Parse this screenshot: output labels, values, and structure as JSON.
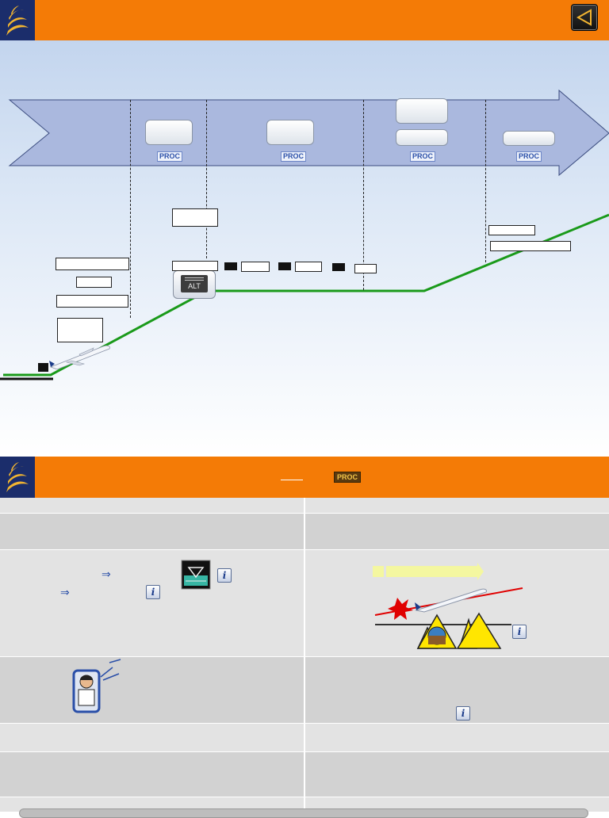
{
  "header": {
    "logo_icon": "singapore-airlines-bird-logo",
    "back_icon": "triangle-left-icon"
  },
  "phase_arrow": {
    "proc_labels": [
      "PROC",
      "PROC",
      "PROC",
      "PROC"
    ]
  },
  "flight_profile": {
    "alt_button_label": "ALT",
    "line_color": "#1a9a1a"
  },
  "bottom_header": {
    "title": "",
    "proc_badge": "PROC"
  },
  "colors": {
    "header_orange": "#f47b06",
    "logo_navy": "#1b2d6b",
    "arrow_fill": "#aab8de",
    "row_light": "#e3e3e3",
    "row_dark": "#d2d2d2"
  }
}
